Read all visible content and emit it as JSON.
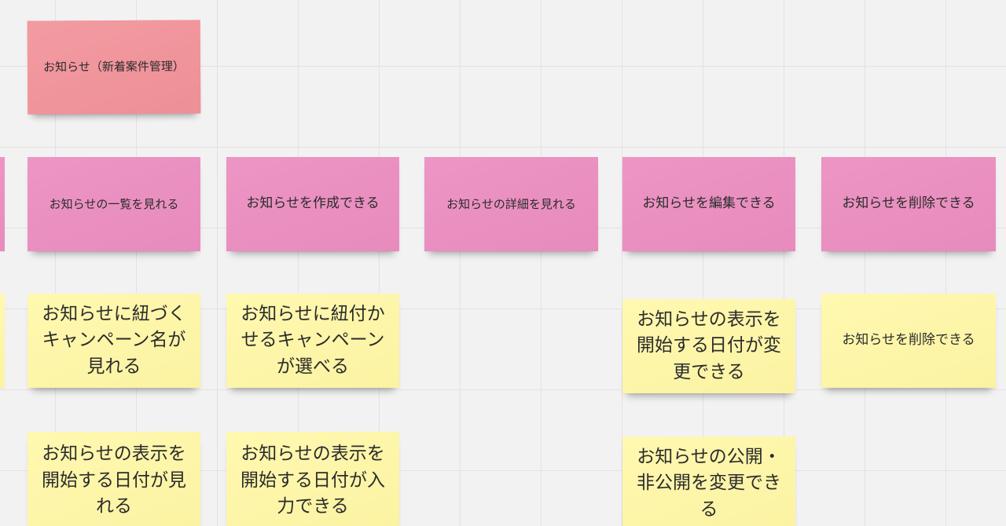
{
  "board": {
    "header_note": "お知らせ（新着案件管理）",
    "activities": [
      "お知らせの一覧を見れる",
      "お知らせを作成できる",
      "お知らせの詳細を見れる",
      "お知らせを編集できる",
      "お知らせを削除できる"
    ],
    "stories": {
      "list": [
        "お知らせに紐づくキャンペーン名が見れる",
        "お知らせの表示を開始する日付が見れる"
      ],
      "create": [
        "お知らせに紐付かせるキャンペーンが選べる",
        "お知らせの表示を開始する日付が入力できる"
      ],
      "edit": [
        "お知らせの表示を開始する日付が変更できる",
        "お知らせの公開・非公開を変更できる"
      ],
      "delete": [
        "お知らせを削除できる"
      ]
    }
  },
  "colors": {
    "canvas": "#f2f2f2",
    "header_note": "#f0959c",
    "activity_note": "#ea8fc0",
    "story_note": "#fdf6a8"
  }
}
